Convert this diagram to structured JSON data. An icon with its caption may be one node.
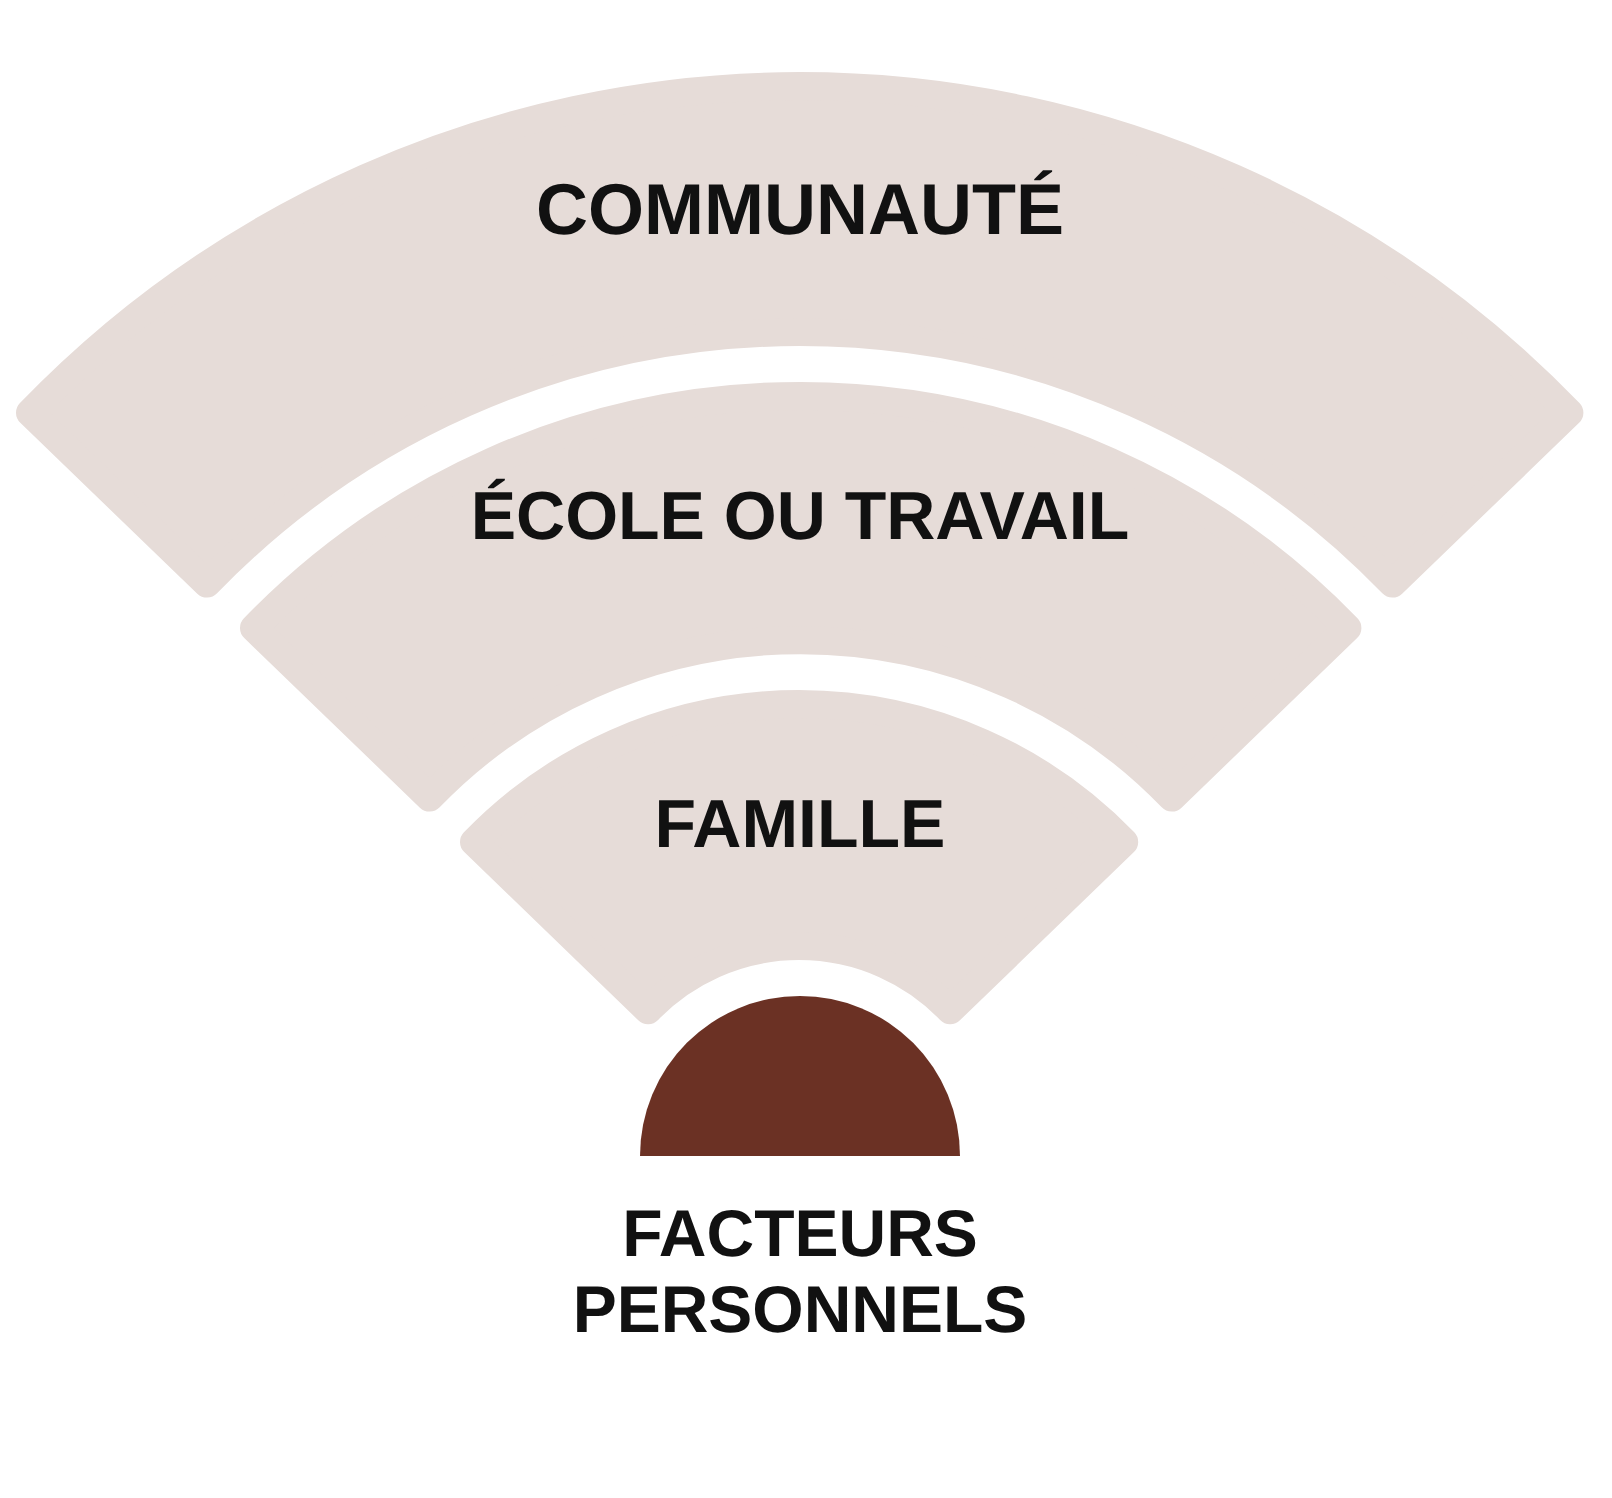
{
  "diagram": {
    "nodes": [
      {
        "text": [
          "COMMUNAUTÉ"
        ]
      },
      {
        "text": [
          "ÉCOLE OU TRAVAIL"
        ]
      },
      {
        "text": [
          "FAMILLE"
        ]
      },
      {
        "text": [
          "FACTEURS PERSONNELS"
        ]
      }
    ]
  }
}
